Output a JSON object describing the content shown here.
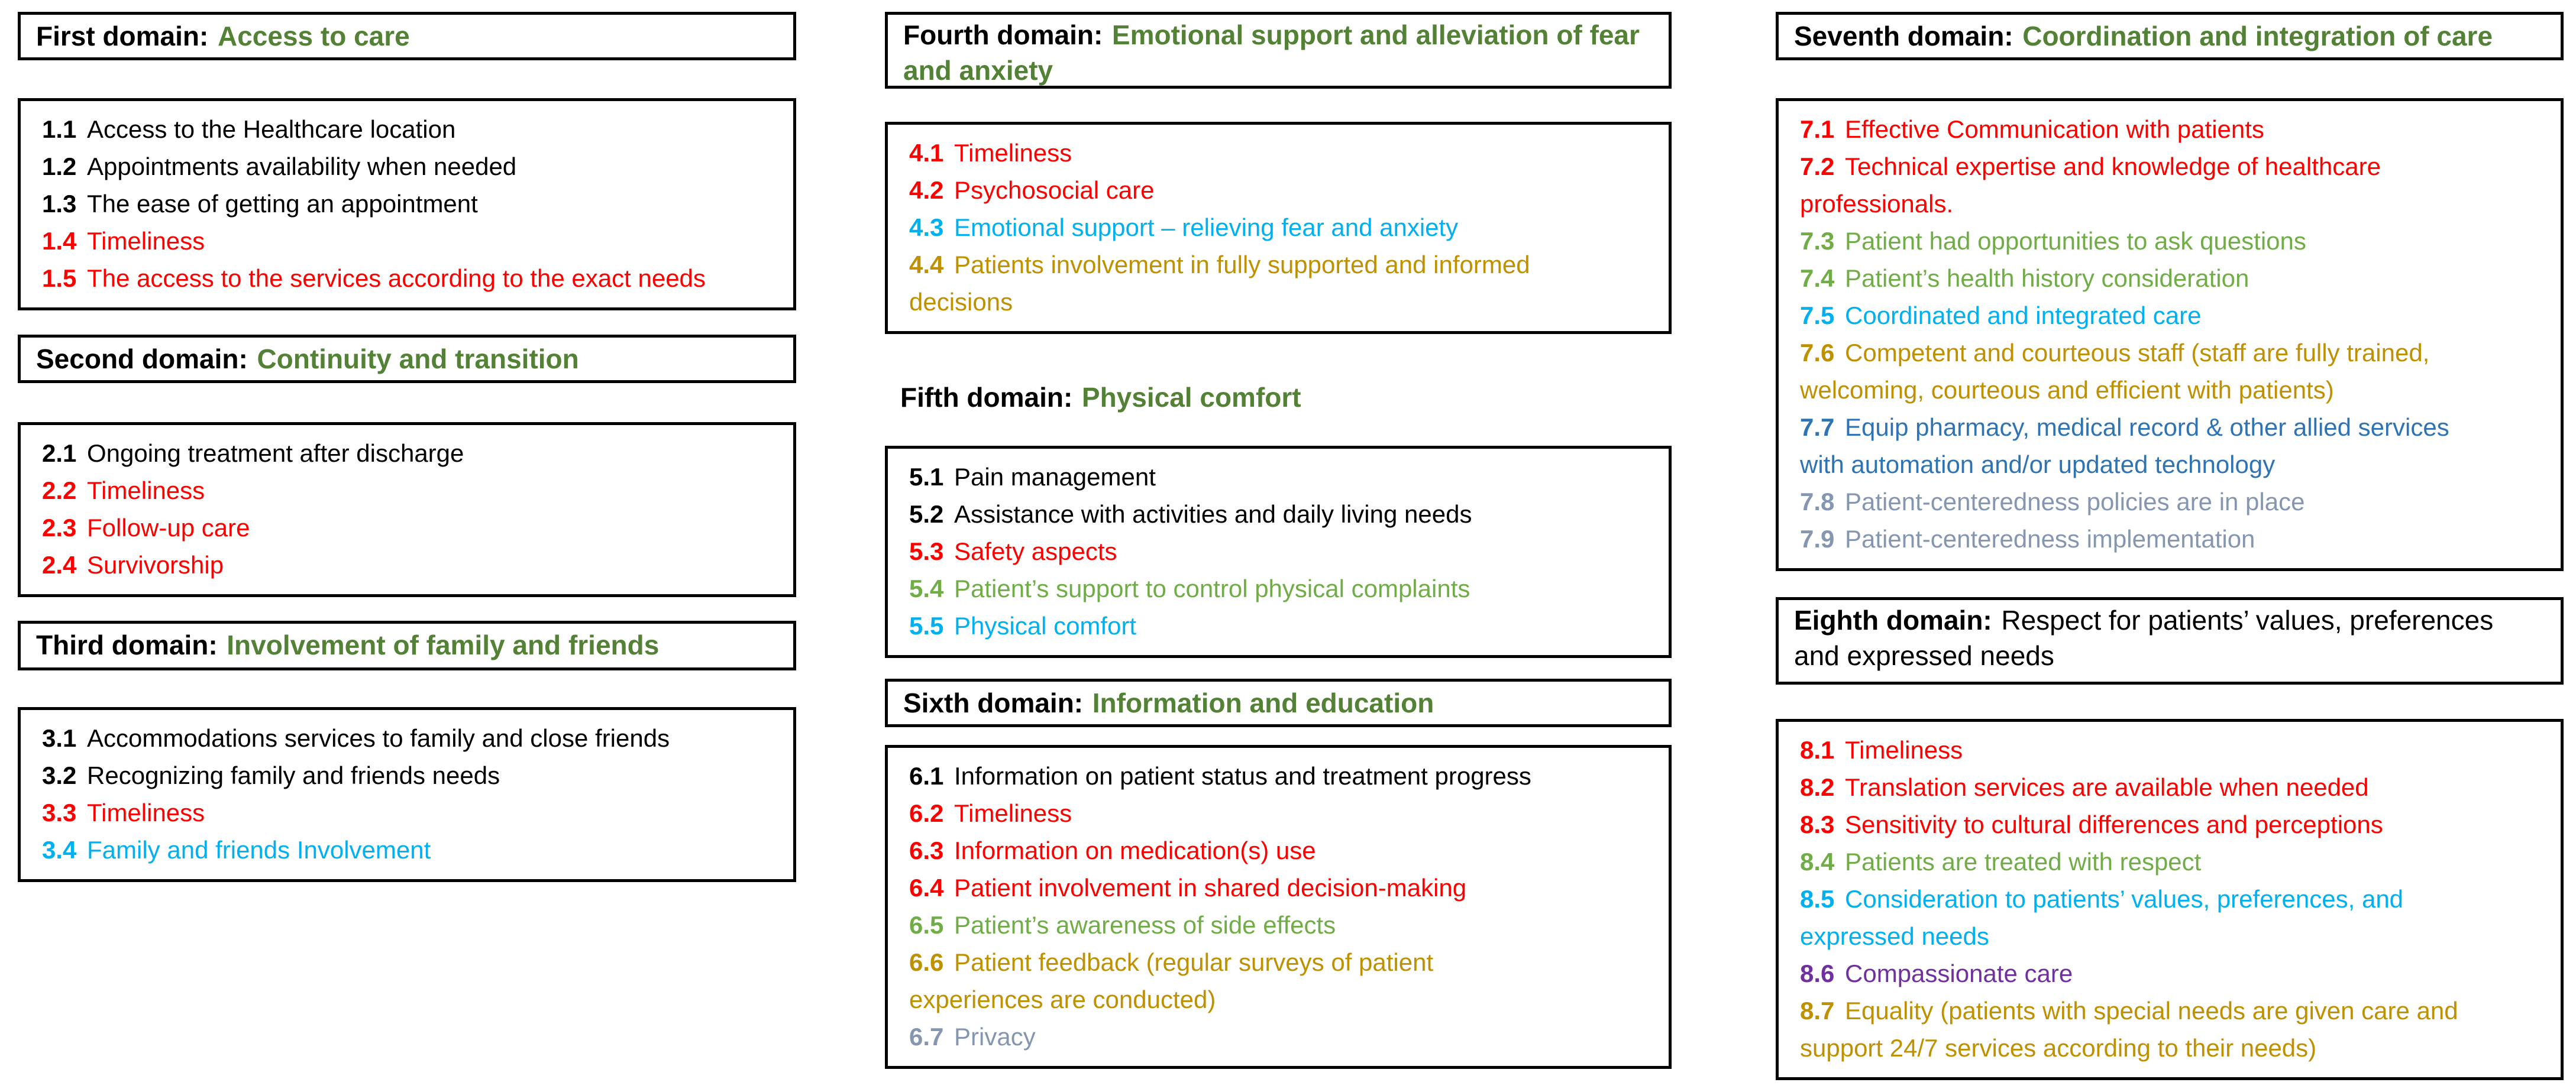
{
  "figure": {
    "background": "#FFFFFF",
    "box_border_color": "#000000"
  },
  "palette": {
    "black": "#000000",
    "red": "#FF0000",
    "domain_green": "#538135",
    "green": "#70AD47",
    "cyan": "#00B0F0",
    "gold": "#BF9000",
    "blue": "#2E74B5",
    "gray_blue": "#8496B0",
    "purple": "#7030A0"
  },
  "domains": [
    {
      "name": "first",
      "title_prefix": "First domain:",
      "title_topic": "Access to care",
      "topic_color": "domain_green",
      "items": [
        {
          "num": "1.1",
          "text": "Access to the Healthcare location",
          "color": "black"
        },
        {
          "num": "1.2",
          "text": "Appointments availability when needed",
          "color": "black"
        },
        {
          "num": "1.3",
          "text": "The ease of getting an appointment",
          "color": "black"
        },
        {
          "num": "1.4",
          "text": "Timeliness",
          "color": "red"
        },
        {
          "num": "1.5",
          "text": "The access to the services according to the exact needs",
          "color": "red"
        }
      ]
    },
    {
      "name": "second",
      "title_prefix": "Second domain:",
      "title_topic": "Continuity and transition",
      "topic_color": "domain_green",
      "items": [
        {
          "num": "2.1",
          "text": "Ongoing treatment after discharge",
          "color": "black"
        },
        {
          "num": "2.2",
          "text": "Timeliness",
          "color": "red"
        },
        {
          "num": "2.3",
          "text": "Follow-up care",
          "color": "red"
        },
        {
          "num": "2.4",
          "text": "Survivorship",
          "color": "red"
        }
      ]
    },
    {
      "name": "third",
      "title_prefix": "Third domain:",
      "title_topic": "Involvement of family and friends",
      "topic_color": "domain_green",
      "items": [
        {
          "num": "3.1",
          "text": "Accommodations services to family and close friends",
          "color": "black"
        },
        {
          "num": "3.2",
          "text": "Recognizing family and friends needs",
          "color": "black"
        },
        {
          "num": "3.3",
          "text": "Timeliness",
          "color": "red"
        },
        {
          "num": "3.4",
          "text": "Family and friends Involvement",
          "color": "cyan"
        }
      ]
    },
    {
      "name": "fourth",
      "title_prefix": "Fourth domain:",
      "title_topic": "Emotional support and alleviation of fear\nand anxiety",
      "topic_color": "domain_green",
      "items": [
        {
          "num": "4.1",
          "text": "Timeliness",
          "color": "red"
        },
        {
          "num": "4.2",
          "text": "Psychosocial care",
          "color": "red"
        },
        {
          "num": "4.3",
          "text": "Emotional support – relieving fear and anxiety",
          "color": "cyan"
        },
        {
          "num": "4.4",
          "text": "Patients involvement in fully supported and informed\ndecisions",
          "color": "gold"
        }
      ]
    },
    {
      "name": "fifth",
      "title_prefix": "Fifth domain:",
      "title_topic": "Physical comfort",
      "topic_color": "domain_green",
      "items": [
        {
          "num": "5.1",
          "text": "Pain management",
          "color": "black"
        },
        {
          "num": "5.2",
          "text": "Assistance with activities and daily living needs",
          "color": "black"
        },
        {
          "num": "5.3",
          "text": "Safety aspects",
          "color": "red"
        },
        {
          "num": "5.4",
          "text": "Patient’s support to control physical complaints",
          "color": "green"
        },
        {
          "num": "5.5",
          "text": "Physical comfort",
          "color": "cyan"
        }
      ]
    },
    {
      "name": "sixth",
      "title_prefix": "Sixth domain:",
      "title_topic": "Information and education",
      "topic_color": "domain_green",
      "items": [
        {
          "num": "6.1",
          "text": "Information on patient status and treatment progress",
          "color": "black"
        },
        {
          "num": "6.2",
          "text": "Timeliness",
          "color": "red"
        },
        {
          "num": "6.3",
          "text": "Information on medication(s) use",
          "color": "red"
        },
        {
          "num": "6.4",
          "text": "Patient involvement in shared decision-making",
          "color": "red"
        },
        {
          "num": "6.5",
          "text": "Patient’s awareness of side effects",
          "color": "green"
        },
        {
          "num": "6.6",
          "text": "Patient feedback (regular surveys of patient\nexperiences are conducted)",
          "color": "gold"
        },
        {
          "num": "6.7",
          "text": "Privacy",
          "color": "gray_blue"
        }
      ]
    },
    {
      "name": "seventh",
      "title_prefix": "Seventh domain:",
      "title_topic": "Coordination and integration of care",
      "topic_color": "domain_green",
      "items": [
        {
          "num": "7.1",
          "text": "Effective Communication with patients",
          "color": "red"
        },
        {
          "num": "7.2",
          "text": "Technical expertise and knowledge of healthcare\nprofessionals.",
          "color": "red"
        },
        {
          "num": "7.3",
          "text": "Patient had opportunities to ask questions",
          "color": "green"
        },
        {
          "num": "7.4",
          "text": "Patient’s health history consideration",
          "color": "green"
        },
        {
          "num": "7.5",
          "text": "Coordinated and integrated care",
          "color": "cyan"
        },
        {
          "num": "7.6",
          "text": "Competent and courteous staff (staff are fully trained,\nwelcoming, courteous and efficient with patients)",
          "color": "gold"
        },
        {
          "num": "7.7",
          "text": "Equip pharmacy, medical record & other allied services\nwith automation and/or updated technology",
          "color": "blue"
        },
        {
          "num": "7.8",
          "text": "Patient-centeredness policies are in place",
          "color": "gray_blue"
        },
        {
          "num": "7.9",
          "text": "Patient-centeredness implementation",
          "color": "gray_blue"
        }
      ]
    },
    {
      "name": "eighth",
      "title_prefix": "Eighth domain:",
      "title_topic": "Respect for patients’ values, preferences\nand expressed needs",
      "topic_color": "black",
      "items": [
        {
          "num": "8.1",
          "text": "Timeliness",
          "color": "red"
        },
        {
          "num": "8.2",
          "text": "Translation services are available when needed",
          "color": "red"
        },
        {
          "num": "8.3",
          "text": "Sensitivity to cultural differences and perceptions",
          "color": "red"
        },
        {
          "num": "8.4",
          "text": "Patients are treated with respect",
          "color": "green"
        },
        {
          "num": "8.5",
          "text": "Consideration to patients’ values, preferences, and\nexpressed needs",
          "color": "cyan"
        },
        {
          "num": "8.6",
          "text": "Compassionate care",
          "color": "purple"
        },
        {
          "num": "8.7",
          "text": "Equality (patients with special needs are given care and\nsupport 24/7 services according to their needs)",
          "color": "gold"
        }
      ]
    }
  ]
}
